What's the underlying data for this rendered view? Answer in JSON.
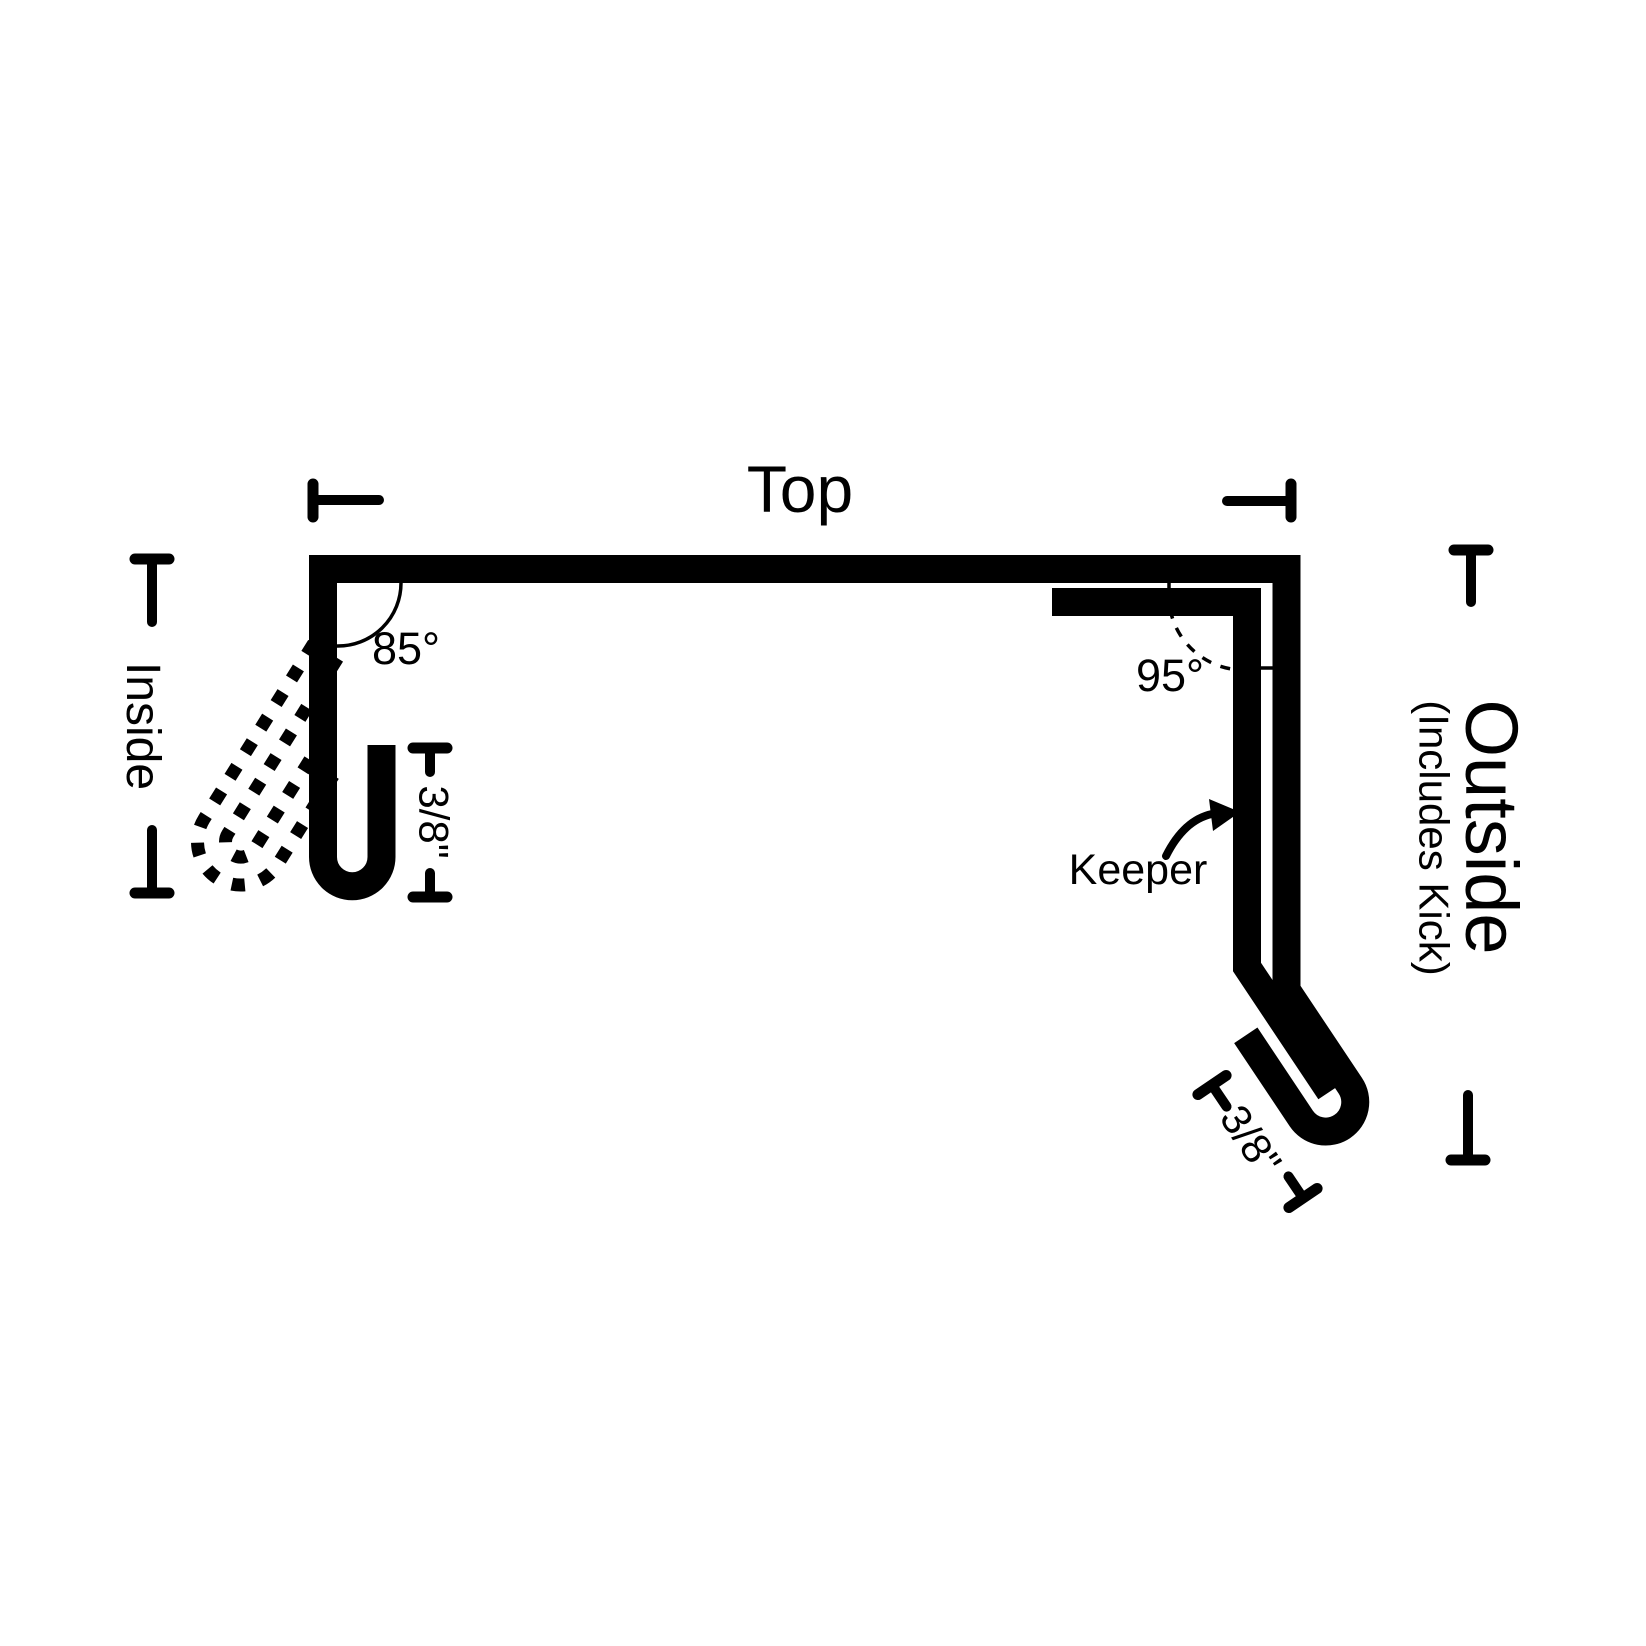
{
  "diagram": {
    "type": "flashing-profile-cross-section",
    "top_label": "Top",
    "inside_label": "Inside",
    "outside_label": "Outside",
    "outside_sublabel": "(Includes Kick)",
    "keeper_label": "Keeper",
    "left_angle": "85°",
    "right_angle": "95°",
    "left_hem_dimension": "3/8\"",
    "right_hem_dimension": "3/8\"",
    "colors": {
      "ink": "#000000",
      "background": "#ffffff"
    }
  }
}
